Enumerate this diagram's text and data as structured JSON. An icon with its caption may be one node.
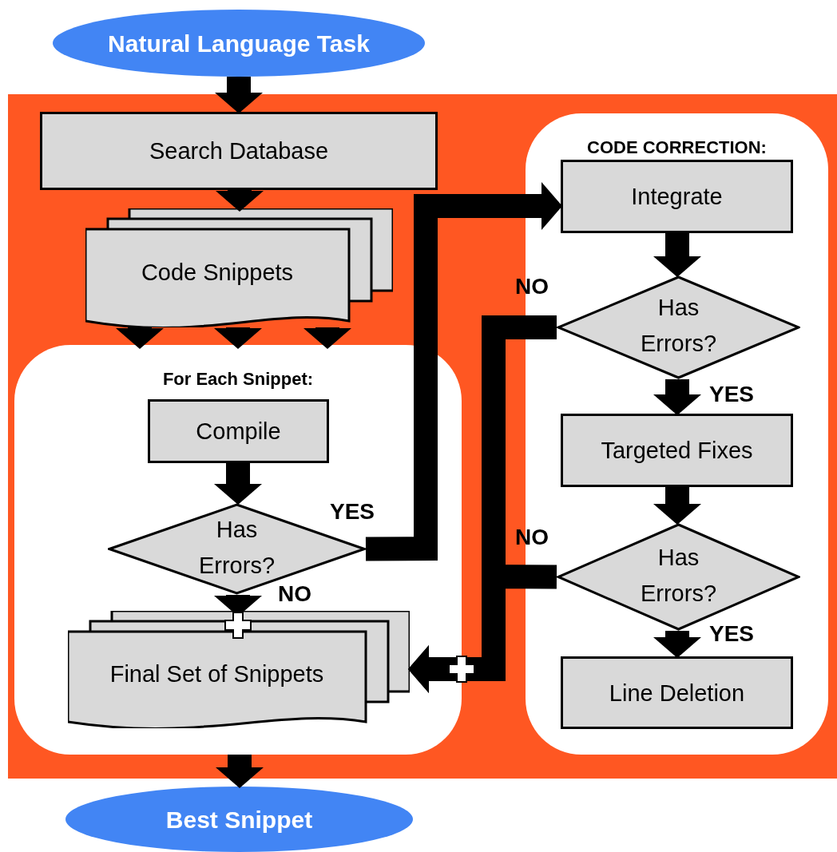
{
  "diagram": {
    "nodes": [
      {
        "text": [
          "Natural Language Task"
        ]
      },
      {
        "text": [],
        "shape": "box"
      },
      {
        "text": [
          "Search Database"
        ],
        "in": 1
      },
      {
        "text": [
          "Code Snippets"
        ],
        "in": 1
      },
      {
        "text": [
          "For Each Snippet:"
        ],
        "in": 1
      },
      {
        "text": [
          "Compile"
        ],
        "in": 4
      },
      {
        "text": [
          "Has Errors?"
        ],
        "in": 4
      },
      {
        "text": [
          "Final Set of Snippets"
        ],
        "in": 4
      },
      {
        "text": [
          "CODE CORRECTION:"
        ],
        "in": 1
      },
      {
        "text": [
          "Integrate"
        ],
        "in": 8
      },
      {
        "text": [
          "Has Errors?"
        ],
        "in": 8
      },
      {
        "text": [
          "Targeted Fixes"
        ],
        "in": 8
      },
      {
        "text": [
          "Has Errors?"
        ],
        "in": 8
      },
      {
        "text": [
          "Line Deletion"
        ],
        "in": 8
      },
      {
        "text": [
          "Best Snippet"
        ]
      }
    ],
    "edges": [
      {
        "from": 0,
        "to": 2,
        "arrow": "to"
      },
      {
        "from": 2,
        "to": 3,
        "arrow": "to"
      },
      {
        "from": 3,
        "to": 4,
        "arrow": "to"
      },
      {
        "from": 3,
        "to": 4,
        "arrow": "to"
      },
      {
        "from": 3,
        "to": 4,
        "arrow": "to"
      },
      {
        "from": 5,
        "to": 6,
        "arrow": "to"
      },
      {
        "from": 6,
        "to": 7,
        "label": "NO",
        "arrow": "to"
      },
      {
        "from": 6,
        "to": 9,
        "label": "YES",
        "arrow": "to"
      },
      {
        "from": 9,
        "to": 10,
        "arrow": "to"
      },
      {
        "from": 10,
        "to": 11,
        "label": "YES",
        "arrow": "to"
      },
      {
        "from": 10,
        "to": 7,
        "label": "NO",
        "arrow": "to"
      },
      {
        "from": 11,
        "to": 12,
        "arrow": "to"
      },
      {
        "from": 12,
        "to": 13,
        "label": "YES",
        "arrow": "to"
      },
      {
        "from": 12,
        "to": 7,
        "label": "NO",
        "arrow": "to"
      },
      {
        "from": 4,
        "to": 14,
        "arrow": "to"
      }
    ]
  }
}
